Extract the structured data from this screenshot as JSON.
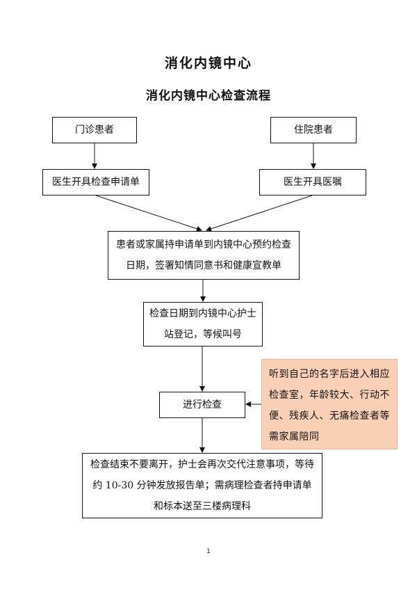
{
  "header": {
    "title": "消化内镜中心",
    "subtitle": "消化内镜中心检查流程"
  },
  "flow": {
    "outpatient": "门诊患者",
    "inpatient": "住院患者",
    "outpatient_order": "医生开具检查申请单",
    "inpatient_order": "医生开具医嘱",
    "appointment": "患者或家属持申请单到内镜中心预约检查日期，签署知情同意书和健康宣教单",
    "register": "检查日期到内镜中心护士站登记，等候叫号",
    "exam": "进行检查",
    "after_exam": "检查结束不要离开，护士会再次交代注意事项，等待约 10-30 分钟发放报告单；需病理检查者持申请单和标本送至三楼病理科"
  },
  "note": {
    "text": "听到自己的名字后进入相应检查室，年龄较大、行动不便、残疾人、无痛检查者等需家属陪同",
    "background_color": "#f9cfb6"
  },
  "footer": {
    "page_number": "1"
  }
}
